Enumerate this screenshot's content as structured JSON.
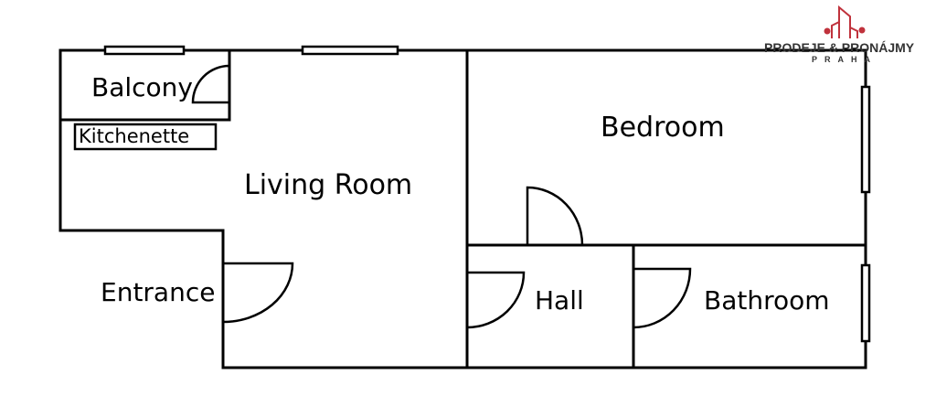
{
  "rooms": {
    "balcony": "Balcony",
    "kitchenette": "Kitchenette",
    "living_room": "Living Room",
    "bedroom": "Bedroom",
    "entrance": "Entrance",
    "hall": "Hall",
    "bathroom": "Bathroom"
  },
  "logo": {
    "name": "PRODEJE & PRONÁJMY",
    "city": "PRAHA",
    "color": "#c0323c"
  }
}
